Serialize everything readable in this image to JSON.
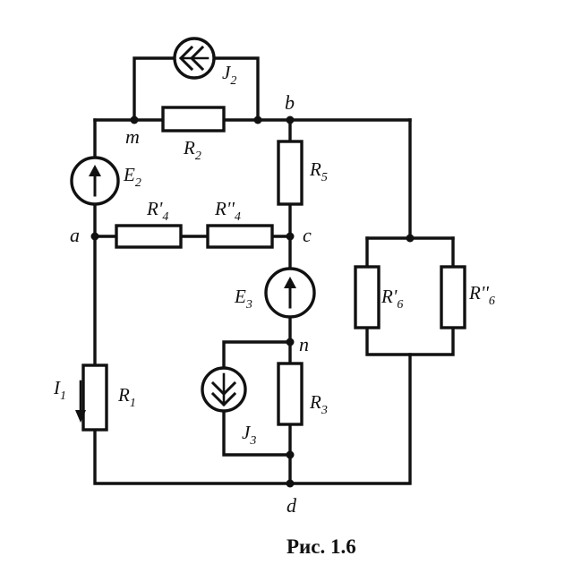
{
  "caption": "Рис. 1.6",
  "nodes": {
    "a": "a",
    "b": "b",
    "c": "c",
    "d": "d",
    "m": "m",
    "n": "n"
  },
  "labels": {
    "J2": {
      "main": "J",
      "sub": "2"
    },
    "R2": {
      "main": "R",
      "sub": "2"
    },
    "E2": {
      "main": "E",
      "sub": "2"
    },
    "R5": {
      "main": "R",
      "sub": "5"
    },
    "R4p": {
      "main": "R'",
      "sub": "4"
    },
    "R4pp": {
      "main": "R''",
      "sub": "4"
    },
    "E3": {
      "main": "E",
      "sub": "3"
    },
    "R6p": {
      "main": "R'",
      "sub": "6"
    },
    "R6pp": {
      "main": "R''",
      "sub": "6"
    },
    "I1": {
      "main": "I",
      "sub": "1"
    },
    "R1": {
      "main": "R",
      "sub": "1"
    },
    "R3": {
      "main": "R",
      "sub": "3"
    },
    "J3": {
      "main": "J",
      "sub": "3"
    }
  }
}
